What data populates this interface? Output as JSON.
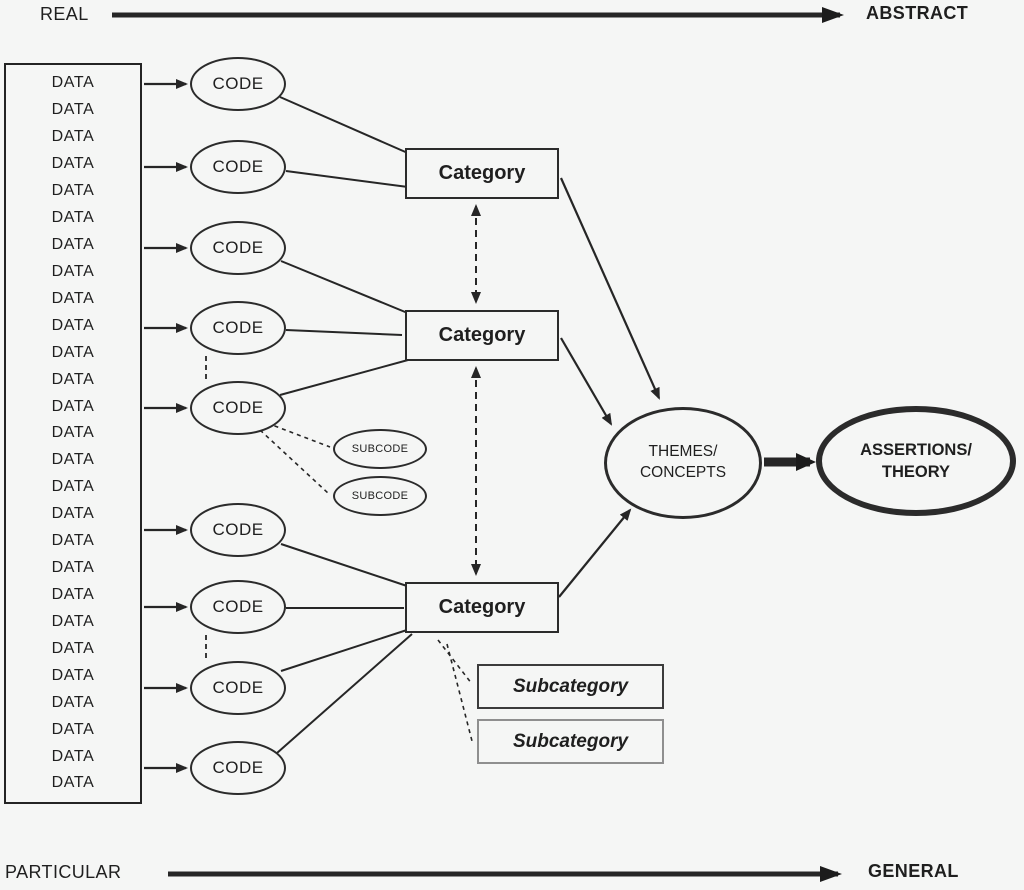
{
  "axis_top": {
    "left_label": "REAL",
    "right_label": "ABSTRACT"
  },
  "axis_bottom": {
    "left_label": "PARTICULAR",
    "right_label": "GENERAL"
  },
  "data_box": {
    "item_label": "DATA",
    "item_count": 27
  },
  "codes": {
    "label": "CODE",
    "count": 9
  },
  "subcodes": {
    "label": "SUBCODE",
    "count": 2
  },
  "categories": {
    "label": "Category",
    "count": 3
  },
  "subcategories": {
    "label": "Subcategory",
    "count": 2
  },
  "themes_node": {
    "line1": "THEMES/",
    "line2": "CONCEPTS"
  },
  "assertions_node": {
    "line1": "ASSERTIONS/",
    "line2": "THEORY"
  },
  "colors": {
    "ink": "#1f1f1f",
    "background": "#f5f6f5",
    "muted_border": "#8f8f8f"
  }
}
